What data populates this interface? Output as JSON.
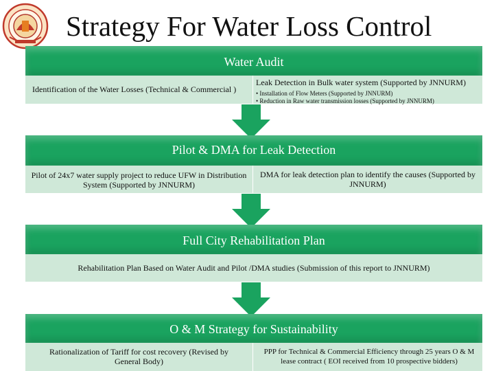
{
  "title": "Strategy For Water Loss Control",
  "colors": {
    "bar": "#1aa35f",
    "cell": "#cfe8d8",
    "arrow": "#1aa35f"
  },
  "logo": {
    "icon": "institution-emblem-icon"
  },
  "sections": [
    {
      "heading": "Water Audit",
      "left": "Identification of   the  Water Losses  (Technical & Commercial )",
      "right": {
        "title": "Leak Detection in Bulk water system  (Supported by JNNURM)",
        "bullets": [
          "• Installation  of Flow Meters (Supported by JNNURM)",
          "• Reduction in Raw water transmission losses (Supported by JNNURM)"
        ]
      }
    },
    {
      "heading": "Pilot & DMA for Leak Detection",
      "left": "Pilot of 24x7 water supply project to reduce UFW in Distribution System (Supported by JNNURM)",
      "right": "DMA for leak detection plan to identify the causes (Supported by JNNURM)"
    },
    {
      "heading": "Full City Rehabilitation Plan",
      "full": "Rehabilitation  Plan Based on Water Audit and Pilot /DMA studies (Submission of this report  to JNNURM)"
    },
    {
      "heading": "O & M Strategy for  Sustainability",
      "left": "Rationalization of Tariff for cost recovery  (Revised by General Body)",
      "right": "PPP for Technical  & Commercial Efficiency  through 25 years O & M lease contract ( EOI received from 10 prospective bidders)"
    }
  ]
}
